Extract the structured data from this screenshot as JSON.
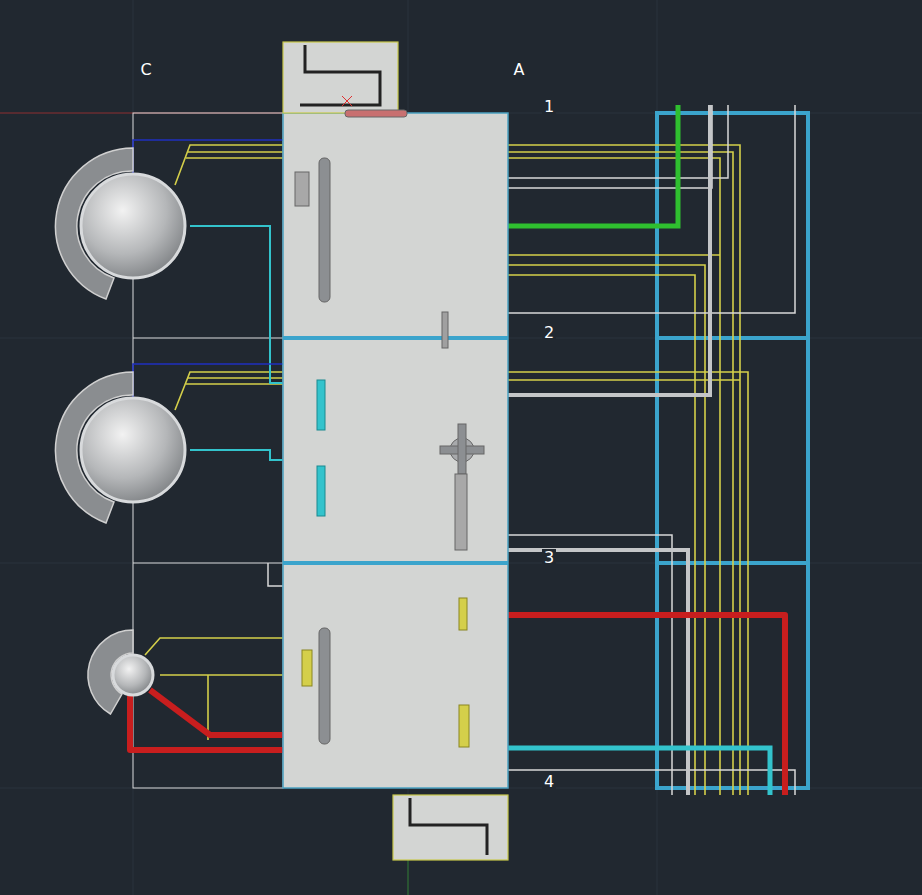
{
  "diagram": {
    "labels": [
      "C",
      "A",
      "1",
      "2",
      "3",
      "4"
    ]
  }
}
